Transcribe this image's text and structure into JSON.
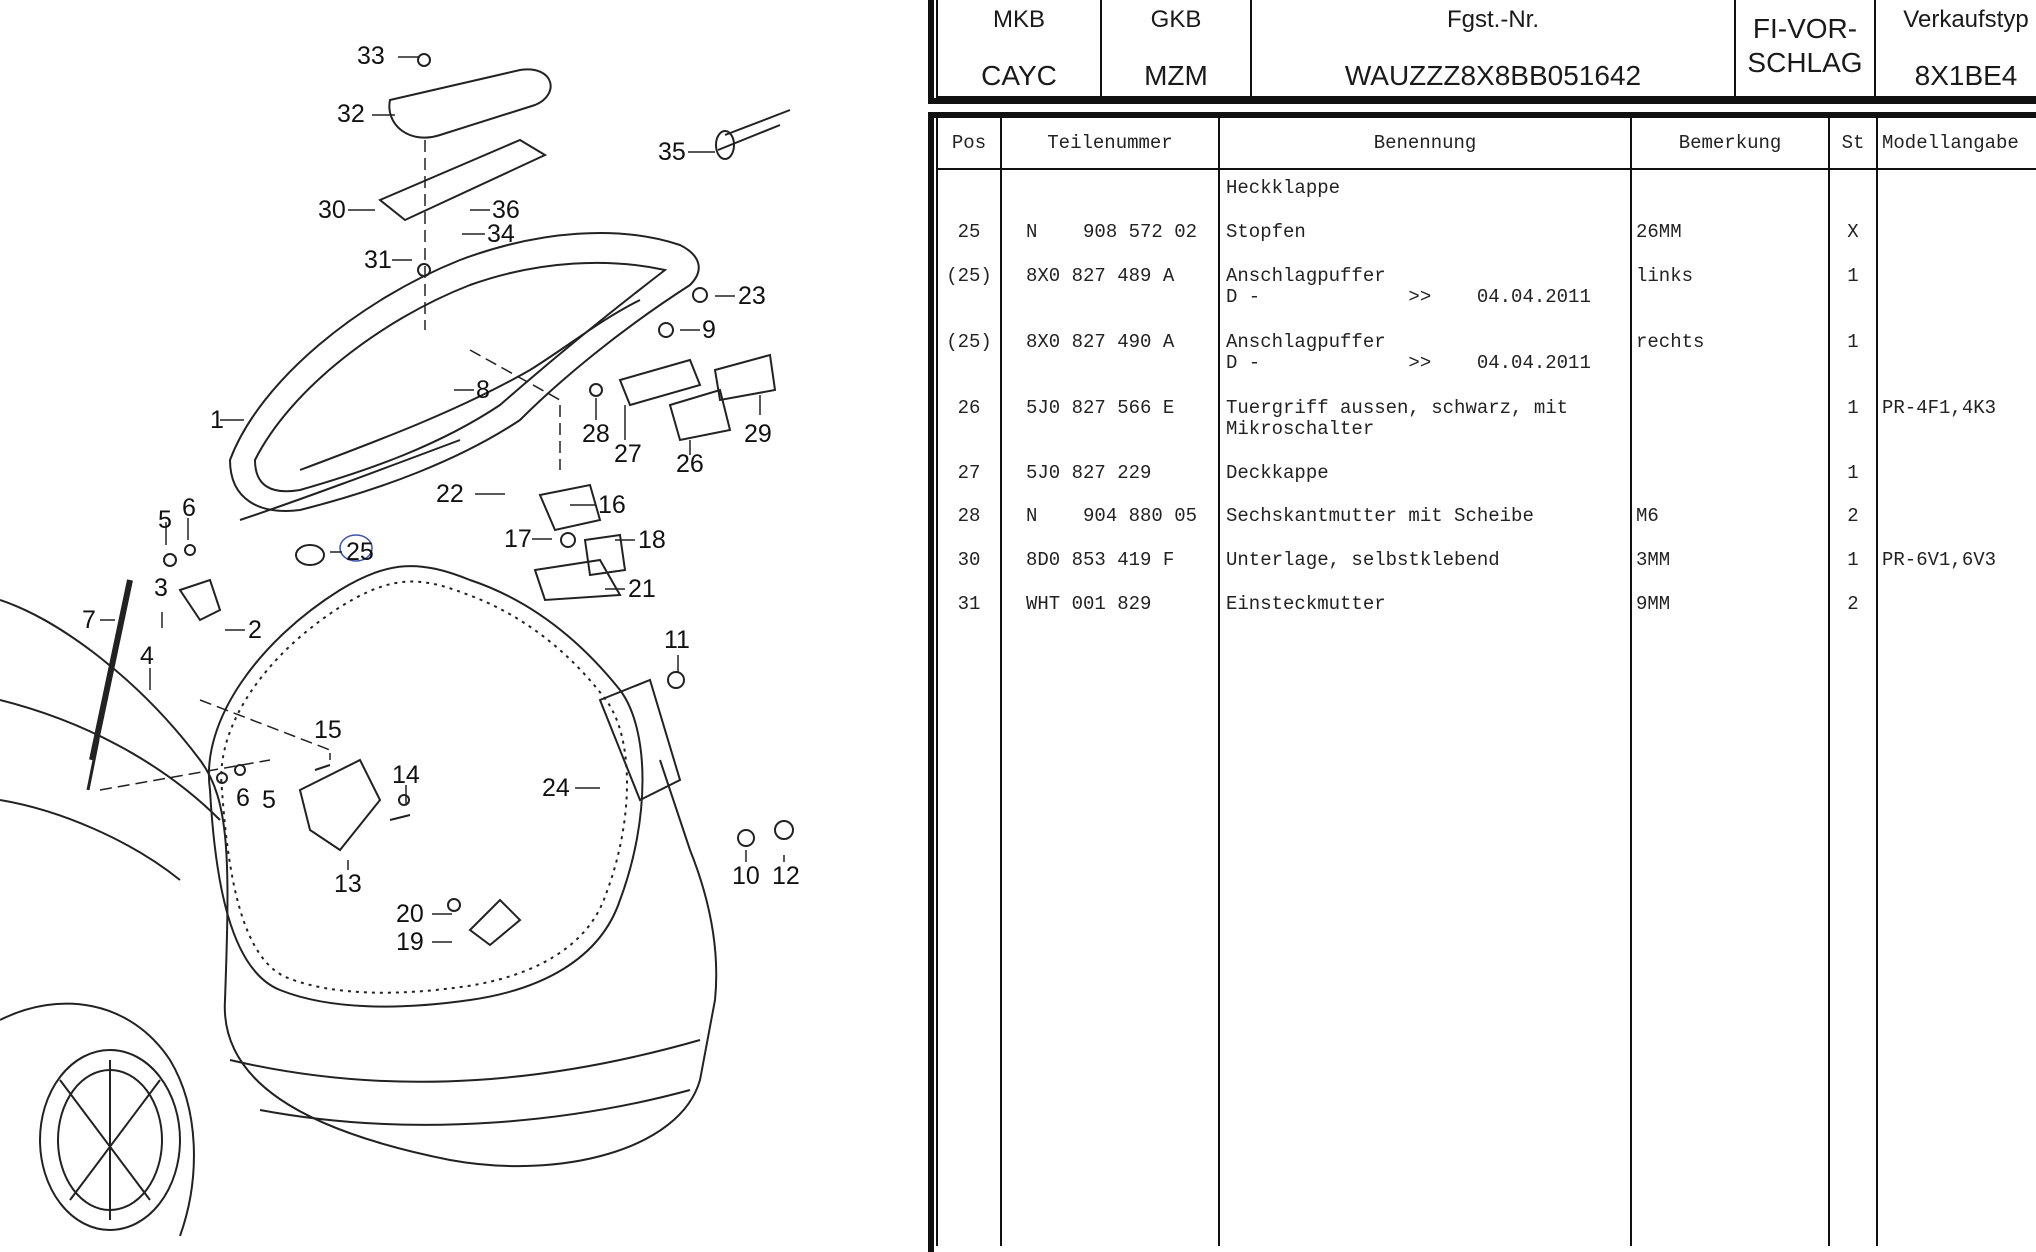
{
  "diagram": {
    "callouts": [
      {
        "id": "33",
        "text": "33"
      },
      {
        "id": "32",
        "text": "32"
      },
      {
        "id": "35",
        "text": "35"
      },
      {
        "id": "30",
        "text": "30"
      },
      {
        "id": "36",
        "text": "36"
      },
      {
        "id": "34",
        "text": "34"
      },
      {
        "id": "31",
        "text": "31"
      },
      {
        "id": "23",
        "text": "23"
      },
      {
        "id": "9",
        "text": "9"
      },
      {
        "id": "8",
        "text": "8"
      },
      {
        "id": "1",
        "text": "1"
      },
      {
        "id": "28",
        "text": "28"
      },
      {
        "id": "27",
        "text": "27"
      },
      {
        "id": "26",
        "text": "26"
      },
      {
        "id": "29",
        "text": "29"
      },
      {
        "id": "22",
        "text": "22"
      },
      {
        "id": "16",
        "text": "16"
      },
      {
        "id": "5a",
        "text": "5"
      },
      {
        "id": "6a",
        "text": "6"
      },
      {
        "id": "17",
        "text": "17"
      },
      {
        "id": "18",
        "text": "18"
      },
      {
        "id": "25",
        "text": "25"
      },
      {
        "id": "3",
        "text": "3"
      },
      {
        "id": "21",
        "text": "21"
      },
      {
        "id": "7",
        "text": "7"
      },
      {
        "id": "2",
        "text": "2"
      },
      {
        "id": "11",
        "text": "11"
      },
      {
        "id": "4",
        "text": "4"
      },
      {
        "id": "15",
        "text": "15"
      },
      {
        "id": "14",
        "text": "14"
      },
      {
        "id": "24",
        "text": "24"
      },
      {
        "id": "6b",
        "text": "6"
      },
      {
        "id": "5b",
        "text": "5"
      },
      {
        "id": "13",
        "text": "13"
      },
      {
        "id": "10",
        "text": "10"
      },
      {
        "id": "12",
        "text": "12"
      },
      {
        "id": "20",
        "text": "20"
      },
      {
        "id": "19",
        "text": "19"
      }
    ]
  },
  "header": {
    "mkb": {
      "label": "MKB",
      "value": "CAYC"
    },
    "gkb": {
      "label": "GKB",
      "value": "MZM"
    },
    "fgst": {
      "label": "Fgst.-Nr.",
      "value": "WAUZZZ8X8BB051642"
    },
    "fivor": {
      "line1": "FI-VOR-",
      "line2": "SCHLAG"
    },
    "verkauf": {
      "label": "Verkaufstyp",
      "value": "8X1BE4"
    }
  },
  "table": {
    "columns": {
      "pos": "Pos",
      "teil": "Teilenummer",
      "ben": "Benennung",
      "bem": "Bemerkung",
      "st": "St",
      "mod": "Modellangabe"
    },
    "group_title": "Heckklappe",
    "rows": [
      {
        "pos": "25",
        "teil": "N    908 572 02",
        "ben": "Stopfen",
        "ben2": "",
        "bem": "26MM",
        "st": "X",
        "mod": ""
      },
      {
        "pos": "(25)",
        "teil": "8X0 827 489 A",
        "ben": "Anschlagpuffer",
        "ben2": "D -             >>    04.04.2011",
        "bem": "links",
        "st": "1",
        "mod": ""
      },
      {
        "pos": "(25)",
        "teil": "8X0 827 490 A",
        "ben": "Anschlagpuffer",
        "ben2": "D -             >>    04.04.2011",
        "bem": "rechts",
        "st": "1",
        "mod": ""
      },
      {
        "pos": "26",
        "teil": "5J0 827 566 E",
        "ben": "Tuergriff aussen, schwarz, mit",
        "ben2": "Mikroschalter",
        "bem": "",
        "st": "1",
        "mod": "PR-4F1,4K3"
      },
      {
        "pos": "27",
        "teil": "5J0 827 229",
        "ben": "Deckkappe",
        "ben2": "",
        "bem": "",
        "st": "1",
        "mod": ""
      },
      {
        "pos": "28",
        "teil": "N    904 880 05",
        "ben": "Sechskantmutter mit Scheibe",
        "ben2": "",
        "bem": "M6",
        "st": "2",
        "mod": ""
      },
      {
        "pos": "30",
        "teil": "8D0 853 419 F",
        "ben": "Unterlage, selbstklebend",
        "ben2": "",
        "bem": "3MM",
        "st": "1",
        "mod": "PR-6V1,6V3"
      },
      {
        "pos": "31",
        "teil": "WHT 001 829",
        "ben": "Einsteckmutter",
        "ben2": "",
        "bem": "9MM",
        "st": "2",
        "mod": ""
      }
    ]
  }
}
